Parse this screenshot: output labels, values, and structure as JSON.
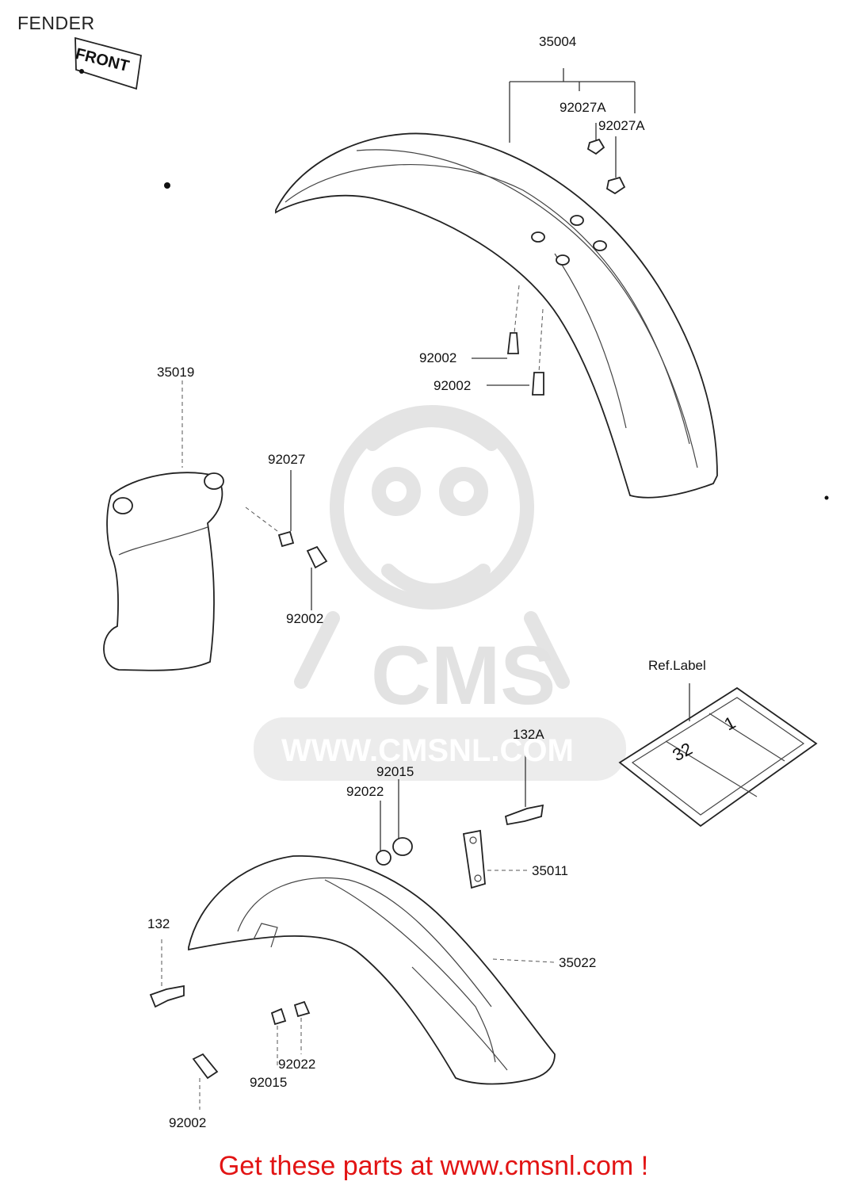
{
  "title": "FENDER",
  "direction_label": "FRONT",
  "watermark": {
    "brand": "CMS",
    "url": "WWW.CMSNL.COM"
  },
  "parts": {
    "front_fender": "35004",
    "nut_a_1": "92027A",
    "nut_a_2": "92027A",
    "bolt_front_1": "92002",
    "bolt_front_2": "92002",
    "fender_flap": "35019",
    "nut_flap": "92027",
    "bolt_flap": "92002",
    "ref_label": "Ref.Label",
    "bolt_132a": "132A",
    "washer_top": "92015",
    "collar_top": "92022",
    "bracket": "35011",
    "rear_fender": "35022",
    "bolt_132": "132",
    "collar_bottom": "92022",
    "washer_bottom": "92015",
    "bolt_bottom": "92002"
  },
  "ref_label_values": {
    "left": "32",
    "right": "1"
  },
  "footer": {
    "cta": "Get these parts at www.cmsnl.com !"
  }
}
